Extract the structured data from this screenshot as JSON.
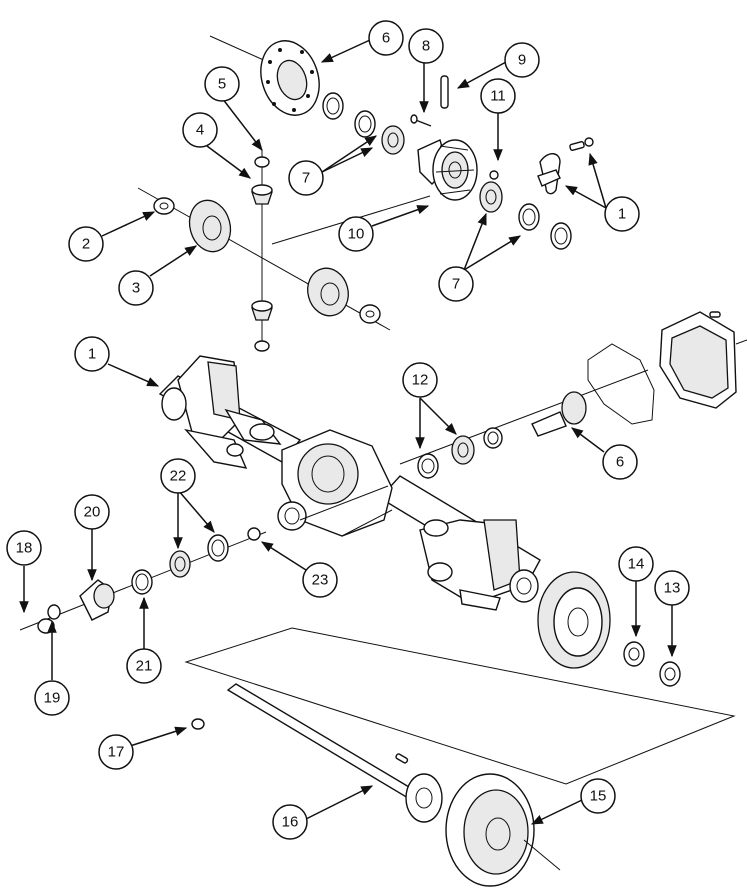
{
  "callouts": {
    "c1_diff_bearing_cap": "1",
    "c1_axle_housing": "1",
    "c2": "2",
    "c3": "3",
    "c4": "4",
    "c5": "5",
    "c6_ring_gear": "6",
    "c6_pinion_gear": "6",
    "c7_upper": "7",
    "c7_lower": "7",
    "c8": "8",
    "c9": "9",
    "c10": "10",
    "c11": "11",
    "c12": "12",
    "c13": "13",
    "c14": "14",
    "c15": "15",
    "c16": "16",
    "c17": "17",
    "c18": "18",
    "c19": "19",
    "c20": "20",
    "c21": "21",
    "c22": "22",
    "c23": "23"
  },
  "colors": {
    "line": "#111111",
    "fill": "#ffffff",
    "shade": "#e9e9e9"
  }
}
